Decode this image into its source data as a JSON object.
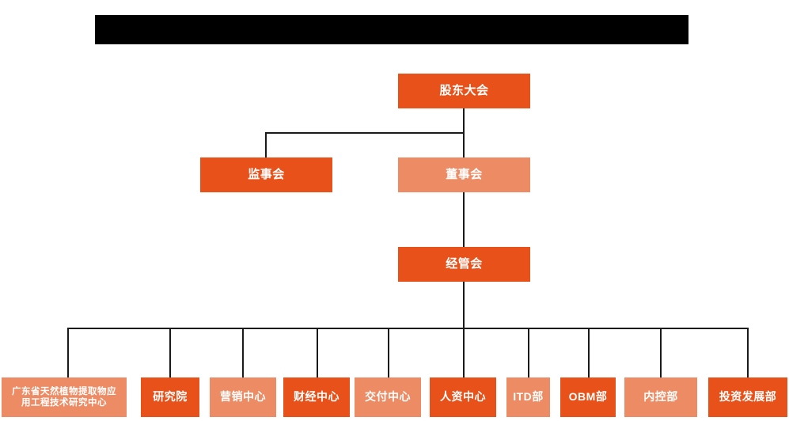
{
  "page": {
    "title_bar": {
      "name": "redacted-title-bar",
      "redacted": true,
      "text": ""
    },
    "background_color": "#FFFFFF"
  },
  "colors": {
    "dark_orange": "#E8511A",
    "light_orange": "#ED8B64",
    "connector_line": "#1A1A1A",
    "node_text": "#FFFFFF",
    "redaction": "#000000"
  },
  "org_chart": {
    "levels": [
      {
        "level": 1,
        "nodes": [
          {
            "id": "shareholders-meeting",
            "label": "股东大会",
            "style": "dark"
          }
        ]
      },
      {
        "level": 2,
        "nodes": [
          {
            "id": "board-of-supervisors",
            "label": "监事会",
            "style": "dark"
          },
          {
            "id": "board-of-directors",
            "label": "董事会",
            "style": "light"
          }
        ]
      },
      {
        "level": 3,
        "nodes": [
          {
            "id": "management-committee",
            "label": "经管会",
            "style": "dark"
          }
        ]
      },
      {
        "level": 4,
        "nodes": [
          {
            "id": "guangdong-research-center",
            "label": "广东省天然植物提取物应\n用工程技术研究中心",
            "style": "light"
          },
          {
            "id": "research-institute",
            "label": "研究院",
            "style": "dark"
          },
          {
            "id": "marketing-center",
            "label": "营销中心",
            "style": "light"
          },
          {
            "id": "finance-center",
            "label": "财经中心",
            "style": "dark"
          },
          {
            "id": "delivery-center",
            "label": "交付中心",
            "style": "light"
          },
          {
            "id": "hr-center",
            "label": "人资中心",
            "style": "dark"
          },
          {
            "id": "itd-department",
            "label": "ITD部",
            "style": "light"
          },
          {
            "id": "obm-department",
            "label": "OBM部",
            "style": "dark"
          },
          {
            "id": "internal-control-department",
            "label": "内控部",
            "style": "light"
          },
          {
            "id": "investment-development-department",
            "label": "投资发展部",
            "style": "dark"
          }
        ]
      }
    ]
  }
}
